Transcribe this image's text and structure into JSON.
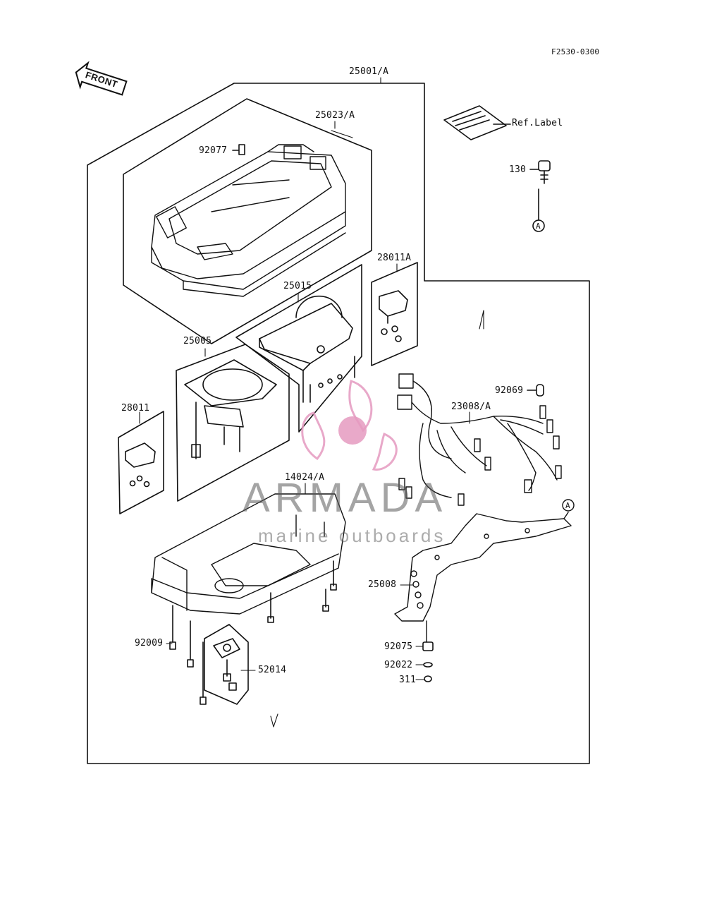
{
  "header": {
    "diagram_code": "F2530-0300"
  },
  "front_arrow": {
    "label": "FRONT"
  },
  "labels": {
    "assy_main": "25001/A",
    "cover": "25023/A",
    "screw_top": "92077",
    "ref_label": "Ref.Label",
    "bolt_130": "130",
    "marker_a_top": "A",
    "sensor_right": "28011A",
    "meter_right": "25015",
    "meter_left": "25005",
    "sensor_left": "28011",
    "socket": "92069",
    "harness": "23008/A",
    "case": "14024/A",
    "marker_a_bracket": "A",
    "bracket": "25008",
    "screw_bottom": "92009",
    "holder": "52014",
    "nut": "92075",
    "washer": "92022",
    "washer_small": "311"
  },
  "watermark": {
    "brand": "ARMADA",
    "tagline": "marine outboards",
    "logo_color": "#e8a0c0"
  },
  "colors": {
    "line": "#111111",
    "watermark_pink": "#e59ac0",
    "watermark_gray": "#6a6a6a"
  }
}
